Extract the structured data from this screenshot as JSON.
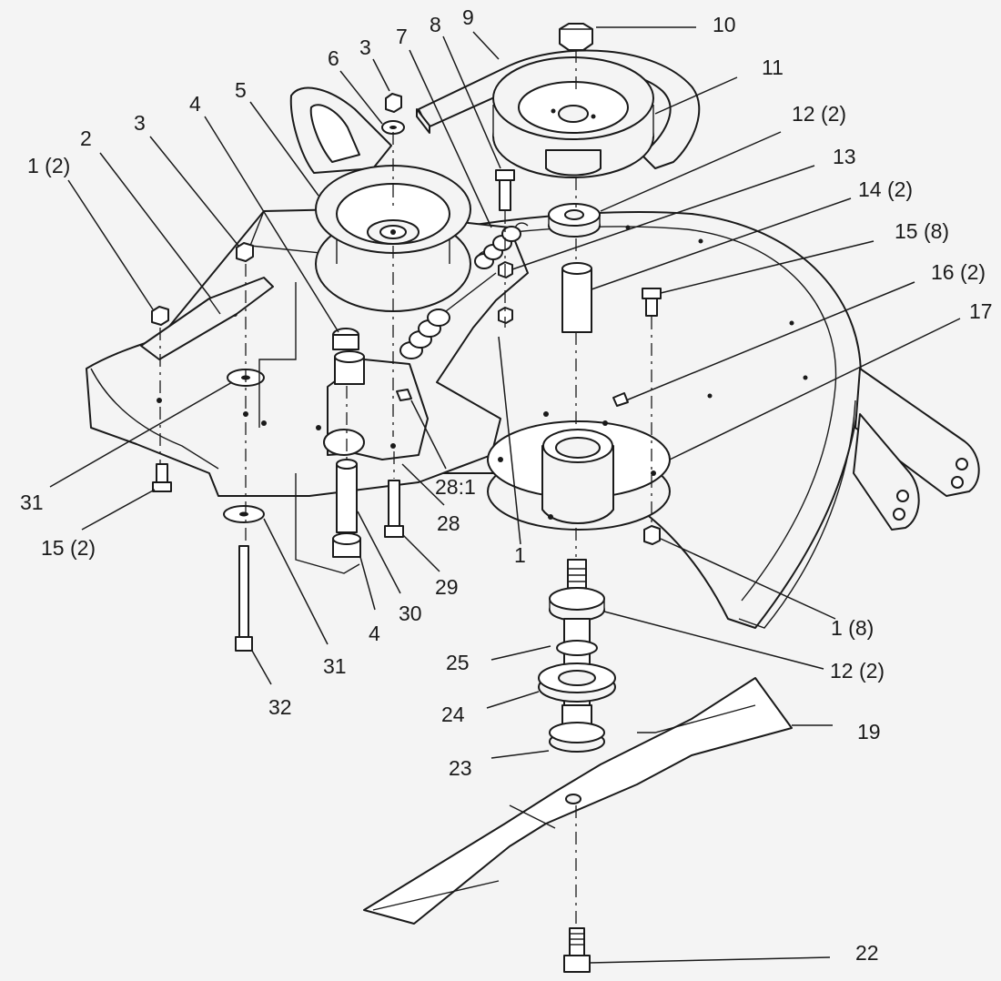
{
  "callouts": [
    {
      "id": "c1a",
      "text": "1 (2)"
    },
    {
      "id": "c2",
      "text": "2"
    },
    {
      "id": "c3a",
      "text": "3"
    },
    {
      "id": "c4a",
      "text": "4"
    },
    {
      "id": "c5",
      "text": "5"
    },
    {
      "id": "c6",
      "text": "6"
    },
    {
      "id": "c3b",
      "text": "3"
    },
    {
      "id": "c7",
      "text": "7"
    },
    {
      "id": "c8",
      "text": "8"
    },
    {
      "id": "c9",
      "text": "9"
    },
    {
      "id": "c10",
      "text": "10"
    },
    {
      "id": "c11",
      "text": "11"
    },
    {
      "id": "c12a",
      "text": "12 (2)"
    },
    {
      "id": "c13",
      "text": "13"
    },
    {
      "id": "c14",
      "text": "14 (2)"
    },
    {
      "id": "c15a",
      "text": "15 (8)"
    },
    {
      "id": "c16",
      "text": "16 (2)"
    },
    {
      "id": "c17",
      "text": "17"
    },
    {
      "id": "c31a",
      "text": "31"
    },
    {
      "id": "c15b",
      "text": "15 (2)"
    },
    {
      "id": "c28a",
      "text": "28:1"
    },
    {
      "id": "c28",
      "text": "28"
    },
    {
      "id": "c1b",
      "text": "1"
    },
    {
      "id": "c29",
      "text": "29"
    },
    {
      "id": "c30",
      "text": "30"
    },
    {
      "id": "c4b",
      "text": "4"
    },
    {
      "id": "c31b",
      "text": "31"
    },
    {
      "id": "c32",
      "text": "32"
    },
    {
      "id": "c1c",
      "text": "1 (8)"
    },
    {
      "id": "c25",
      "text": "25"
    },
    {
      "id": "c12b",
      "text": "12 (2)"
    },
    {
      "id": "c24",
      "text": "24"
    },
    {
      "id": "c19",
      "text": "19"
    },
    {
      "id": "c23",
      "text": "23"
    },
    {
      "id": "c22",
      "text": "22"
    }
  ]
}
